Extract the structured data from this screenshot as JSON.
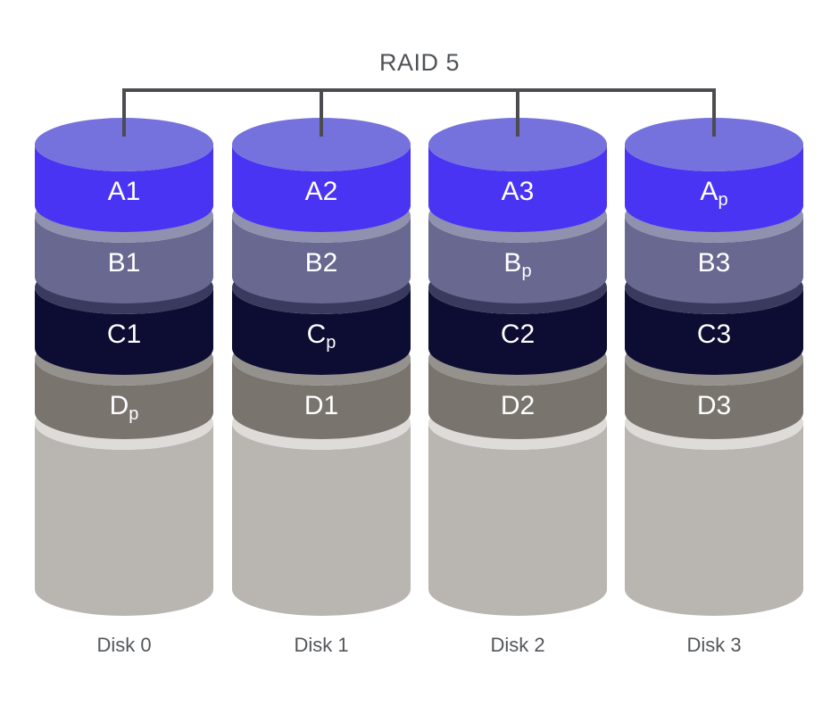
{
  "title": "RAID 5",
  "colors": {
    "background": "#FFFFFF",
    "bracket_line": "#4A4C4F",
    "title_text": "#4F5256",
    "disk_label_text": "#53565A",
    "segment_label_text": "#FFFFFF"
  },
  "layers": [
    {
      "id": "A",
      "rim": "#7572DE",
      "body": "#4A34F3"
    },
    {
      "id": "B",
      "rim": "#8F91AE",
      "body": "#686890"
    },
    {
      "id": "C",
      "rim": "#3A3A5E",
      "body": "#0D0C32"
    },
    {
      "id": "D",
      "rim": "#95918D",
      "body": "#79746E"
    }
  ],
  "platter": {
    "rim": "#DEDBD8",
    "body": "#B9B5B1"
  },
  "disks": [
    {
      "name": "Disk 0",
      "blocks": [
        {
          "text": "A1"
        },
        {
          "text": "B1"
        },
        {
          "text": "C1"
        },
        {
          "text": "D",
          "sub": "p"
        }
      ]
    },
    {
      "name": "Disk 1",
      "blocks": [
        {
          "text": "A2"
        },
        {
          "text": "B2"
        },
        {
          "text": "C",
          "sub": "p"
        },
        {
          "text": "D1"
        }
      ]
    },
    {
      "name": "Disk 2",
      "blocks": [
        {
          "text": "A3"
        },
        {
          "text": "B",
          "sub": "p"
        },
        {
          "text": "C2"
        },
        {
          "text": "D2"
        }
      ]
    },
    {
      "name": "Disk 3",
      "blocks": [
        {
          "text": "A",
          "sub": "p"
        },
        {
          "text": "B3"
        },
        {
          "text": "C3"
        },
        {
          "text": "D3"
        }
      ]
    }
  ]
}
